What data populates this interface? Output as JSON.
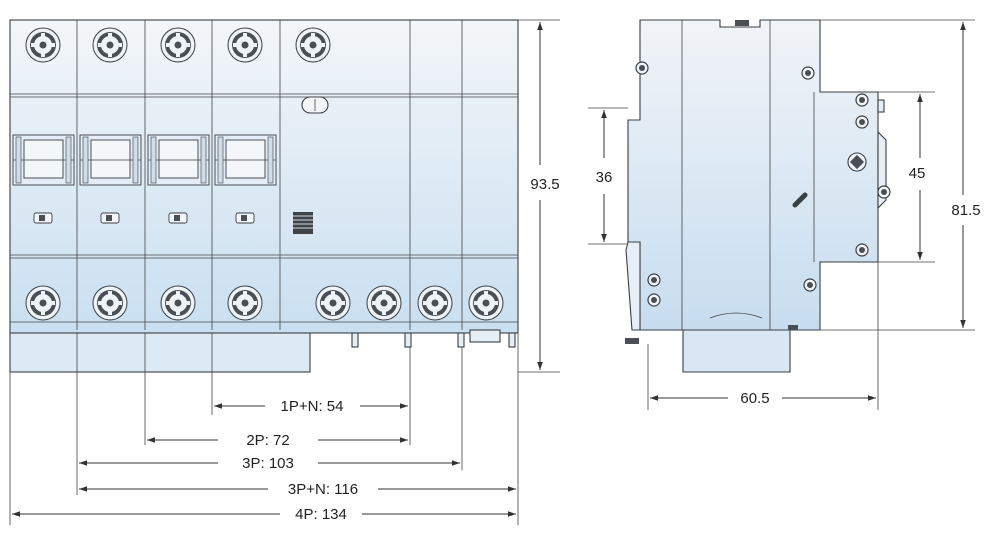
{
  "front_view": {
    "top_terminal_count": 5,
    "bottom_terminal_count": 8,
    "pole_module_count": 4,
    "height_dimension": "93.5"
  },
  "dimensions": {
    "width_1p_n": "1P+N: 54",
    "width_2p": "2P: 72",
    "width_3p": "3P: 103",
    "width_3p_n": "3P+N: 116",
    "width_4p": "4P: 134"
  },
  "side_view": {
    "rail_height": "36",
    "front_height": "45",
    "total_height": "81.5",
    "depth": "60.5"
  },
  "colors": {
    "body_top": "#f3f6f9",
    "body_bottom": "#c9dff0",
    "outline": "#3a3f44",
    "dimension_line": "#333333"
  }
}
